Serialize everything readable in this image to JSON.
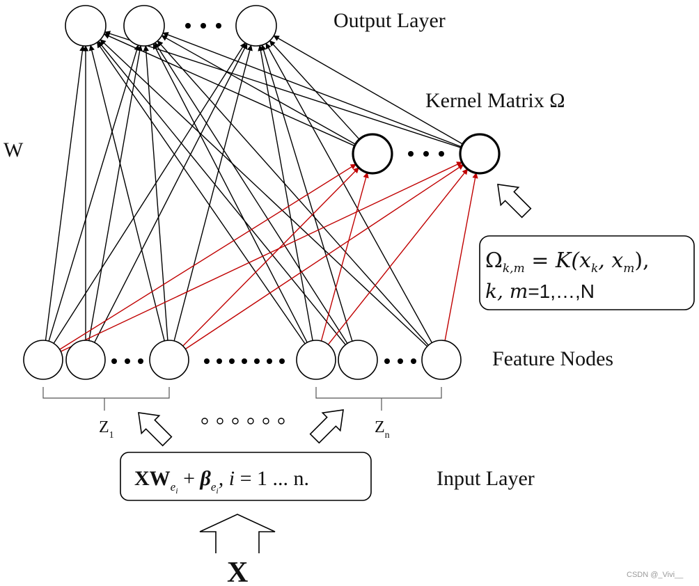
{
  "diagram": {
    "output_layer_label": "Output Layer",
    "kernel_matrix_label": "Kernel Matrix Ω",
    "weights_label": "W",
    "feature_nodes_label": "Feature Nodes",
    "input_layer_label": "Input Layer",
    "group_first_label": "Z",
    "group_first_subscript": "1",
    "group_last_label": "Z",
    "group_last_subscript": "n",
    "kernel_formula": {
      "line1_lhs": "Ω",
      "line1_lhs_sub": "k,m",
      "line1_rhs": " = K(x",
      "line1_x1_sub": "k",
      "line1_mid": ", x",
      "line1_x2_sub": "m",
      "line1_end": "),",
      "line2_vars": "k, m",
      "line2_rest": "=1,…,N"
    },
    "input_formula": {
      "x_bold": "XW",
      "w_sub": "e",
      "w_sub_sub": "i",
      "plus": " + ",
      "beta": "β",
      "beta_sub": "e",
      "beta_sub_sub": "i",
      "tail_i": ", i",
      "tail_rest": " = 1 ... n."
    },
    "input_symbol": "X",
    "watermark": "CSDN @_Vivi__"
  },
  "colors": {
    "stroke": "#000000",
    "red_connection": "#c00000",
    "background": "#ffffff",
    "box_border": "#000000"
  }
}
